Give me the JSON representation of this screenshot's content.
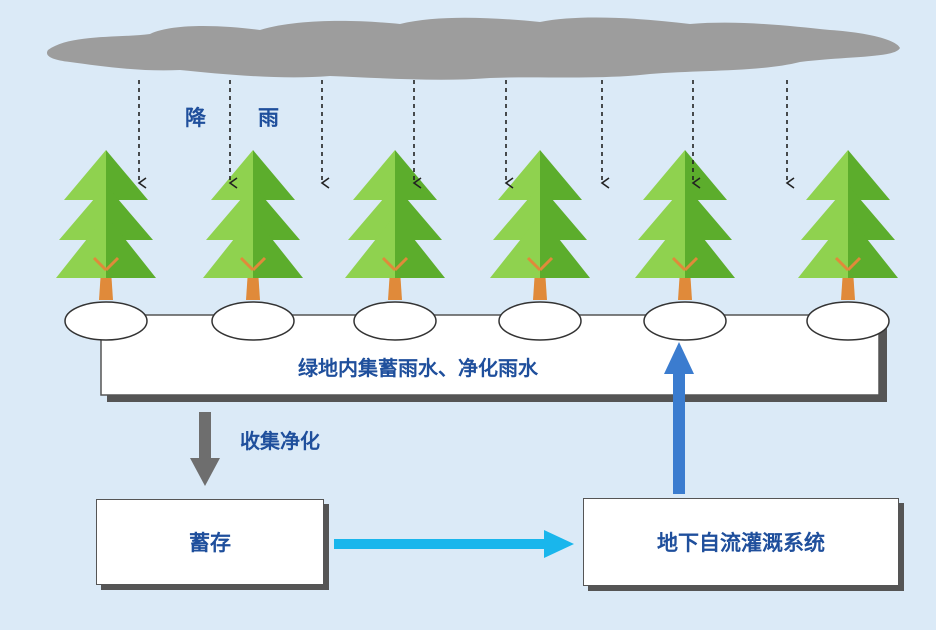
{
  "colors": {
    "background": "#dbeaf7",
    "cloud": "#9d9d9d",
    "tree_foliage_light": "#8fd24f",
    "tree_foliage_dark": "#5cad2c",
    "trunk": "#e08a3a",
    "text": "#1f4f9c",
    "arrow_gray": "#6e6e6e",
    "arrow_cyan": "#19b6ec",
    "arrow_blue": "#3b7ccf"
  },
  "diagram": {
    "rain_label_1": "降",
    "rain_label_2": "雨",
    "green_area_label": "绿地内集蓄雨水、净化雨水",
    "collect_label": "收集净化",
    "storage_label": "蓄存",
    "irrigation_label": "地下自流灌溉系统",
    "tree_count": 6,
    "rain_arrow_count": 8
  }
}
